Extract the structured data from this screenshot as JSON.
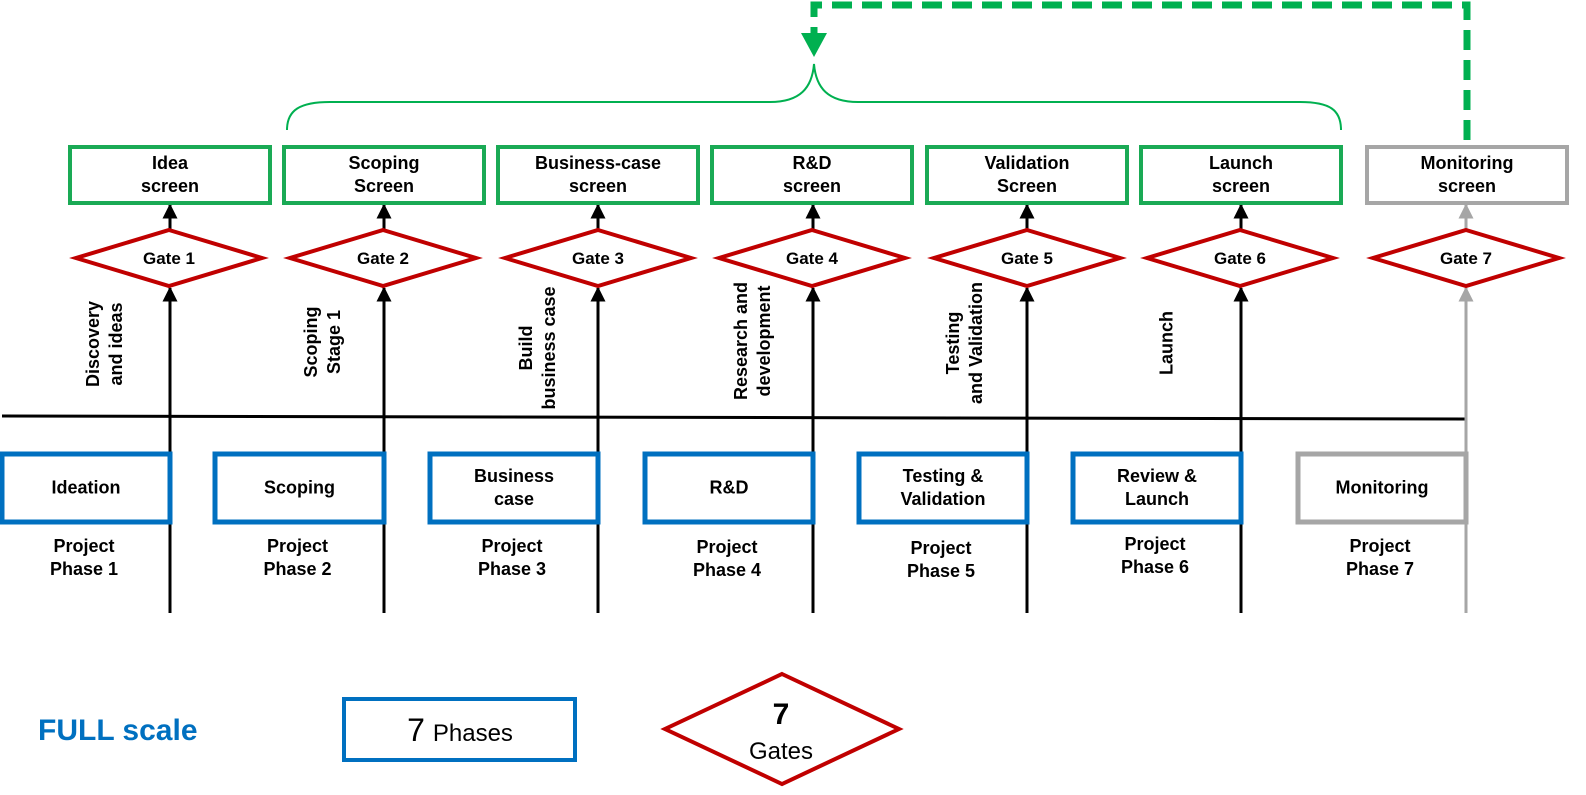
{
  "colors": {
    "screen_border": "#1aaa55",
    "monitoring_border": "#a6a6a6",
    "gate_border": "#c00000",
    "phase_border": "#0070c0",
    "feedback_loop": "#00b050",
    "line": "#000000",
    "grey_line": "#a6a6a6",
    "scale_title": "#0070c0"
  },
  "screens": [
    {
      "lines": [
        "Idea",
        "screen"
      ],
      "style": "active"
    },
    {
      "lines": [
        "Scoping",
        "Screen"
      ],
      "style": "active"
    },
    {
      "lines": [
        "Business-case",
        "screen"
      ],
      "style": "active"
    },
    {
      "lines": [
        "R&D",
        "screen"
      ],
      "style": "active"
    },
    {
      "lines": [
        "Validation",
        "Screen"
      ],
      "style": "active"
    },
    {
      "lines": [
        "Launch",
        "screen"
      ],
      "style": "active"
    },
    {
      "lines": [
        "Monitoring",
        "screen"
      ],
      "style": "inactive"
    }
  ],
  "gates": [
    {
      "label": "Gate 1"
    },
    {
      "label": "Gate 2"
    },
    {
      "label": "Gate 3"
    },
    {
      "label": "Gate 4"
    },
    {
      "label": "Gate 5"
    },
    {
      "label": "Gate 6"
    },
    {
      "label": "Gate 7"
    }
  ],
  "stages": [
    {
      "lines": [
        "Discovery",
        "and ideas"
      ]
    },
    {
      "lines": [
        "Scoping",
        "Stage 1"
      ]
    },
    {
      "lines": [
        "Build",
        "business case"
      ]
    },
    {
      "lines": [
        "Research and",
        "development"
      ]
    },
    {
      "lines": [
        "Testing",
        "and Validation"
      ]
    },
    {
      "lines": [
        "Launch"
      ]
    }
  ],
  "phases": [
    {
      "lines": [
        "Ideation"
      ],
      "caption": [
        "Project",
        "Phase 1"
      ],
      "style": "active"
    },
    {
      "lines": [
        "Scoping"
      ],
      "caption": [
        "Project",
        "Phase 2"
      ],
      "style": "active"
    },
    {
      "lines": [
        "Business",
        "case"
      ],
      "caption": [
        "Project",
        "Phase 3"
      ],
      "style": "active"
    },
    {
      "lines": [
        "R&D"
      ],
      "caption": [
        "Project",
        "Phase 4"
      ],
      "style": "active"
    },
    {
      "lines": [
        "Testing &",
        "Validation"
      ],
      "caption": [
        "Project",
        "Phase 5"
      ],
      "style": "active"
    },
    {
      "lines": [
        "Review &",
        "Launch"
      ],
      "caption": [
        "Project",
        "Phase 6"
      ],
      "style": "active"
    },
    {
      "lines": [
        "Monitoring"
      ],
      "caption": [
        "Project",
        "Phase 7"
      ],
      "style": "inactive"
    }
  ],
  "legend": {
    "scale_title": "FULL scale",
    "phase_count": "7",
    "phase_word": "Phases",
    "gate_count": "7",
    "gate_word": "Gates"
  }
}
